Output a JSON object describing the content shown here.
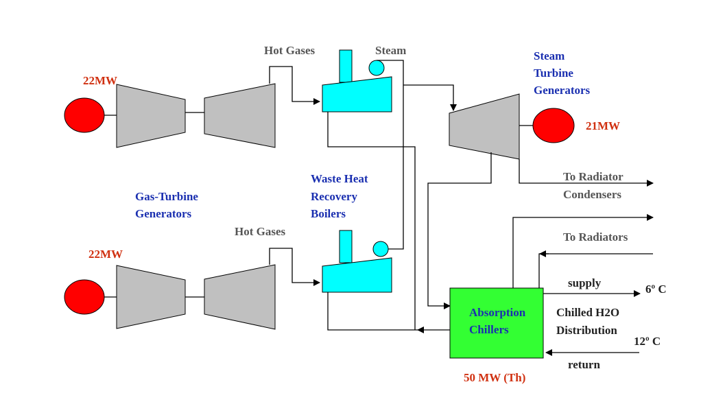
{
  "labels": {
    "gen1_power": "22MW",
    "gen2_power": "22MW",
    "steam_gen_power": "21MW",
    "hot_gases_1": "Hot Gases",
    "hot_gases_2": "Hot Gases",
    "steam": "Steam",
    "steam_turbine_generators": [
      "Steam",
      "Turbine",
      "Generators"
    ],
    "gas_turbine_generators": [
      "Gas-Turbine",
      "Generators"
    ],
    "waste_heat_recovery_boilers": [
      "Waste Heat",
      "Recovery",
      "Boilers"
    ],
    "to_radiator_condensers": [
      "To Radiator",
      "Condensers"
    ],
    "to_radiators": "To Radiators",
    "supply": "supply",
    "supply_temp": "6º C",
    "chilled_h2o_distribution": [
      "Chilled H2O",
      "Distribution"
    ],
    "return_temp": "12º C",
    "return": "return",
    "absorption_chillers": [
      "Absorption",
      "Chillers"
    ],
    "chiller_capacity": "50 MW (Th)"
  },
  "colors": {
    "generator": "#ff0000",
    "turbine": "#c0c0c0",
    "boiler": "#00ffff",
    "chiller": "#33ff33",
    "label_blue": "#1a2fb0",
    "label_red": "#d03010"
  }
}
